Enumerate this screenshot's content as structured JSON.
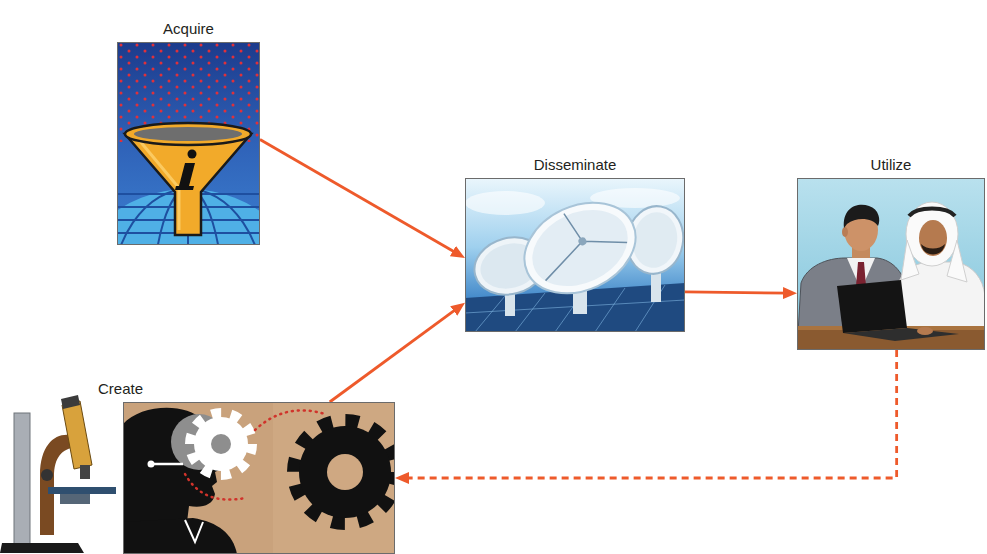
{
  "diagram": {
    "nodes": [
      {
        "text": [
          "Acquire"
        ]
      },
      {
        "text": [
          "Disseminate"
        ]
      },
      {
        "text": [
          "Utilize"
        ]
      },
      {
        "text": [
          "Create"
        ]
      }
    ],
    "edges": [
      {
        "from": 0,
        "to": 1,
        "arrow": "to"
      },
      {
        "from": 3,
        "to": 1,
        "arrow": "to"
      },
      {
        "from": 1,
        "to": 2,
        "arrow": "to"
      },
      {
        "from": 2,
        "to": 3,
        "arrow": "to"
      }
    ]
  }
}
